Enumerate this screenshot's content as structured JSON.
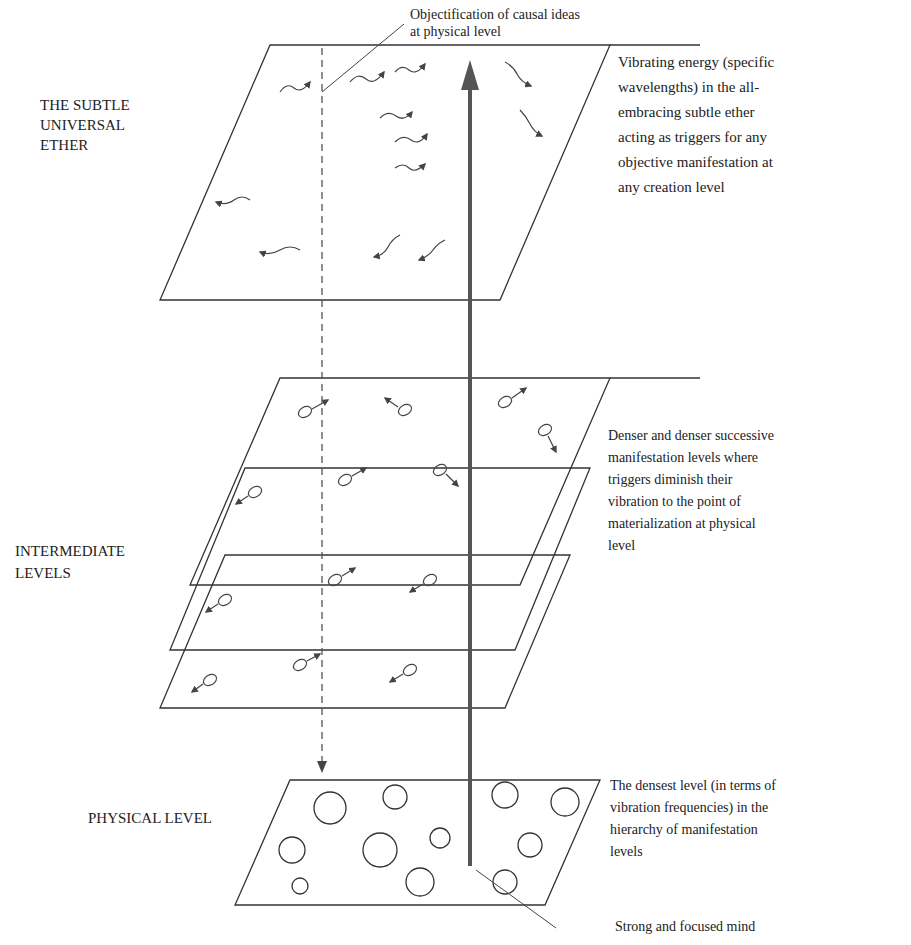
{
  "diagram": {
    "labels": [
      "Objectification of causal ideas at physical level",
      "THE SUBTLE UNIVERSAL ETHER",
      "Vibrating energy (specific wavelengths) in the all-embracing subtle ether acting as triggers for any objective manifestation at any creation level",
      "INTERMEDIATE LEVELS",
      "Denser and denser successive manifestation levels where triggers diminish their vibration to the point of materialization at physical level",
      "PHYSICAL LEVEL",
      "The densest level (in terms of vibration frequencies) in the hierarchy of manifestation levels",
      "Strong and focused mind"
    ]
  }
}
